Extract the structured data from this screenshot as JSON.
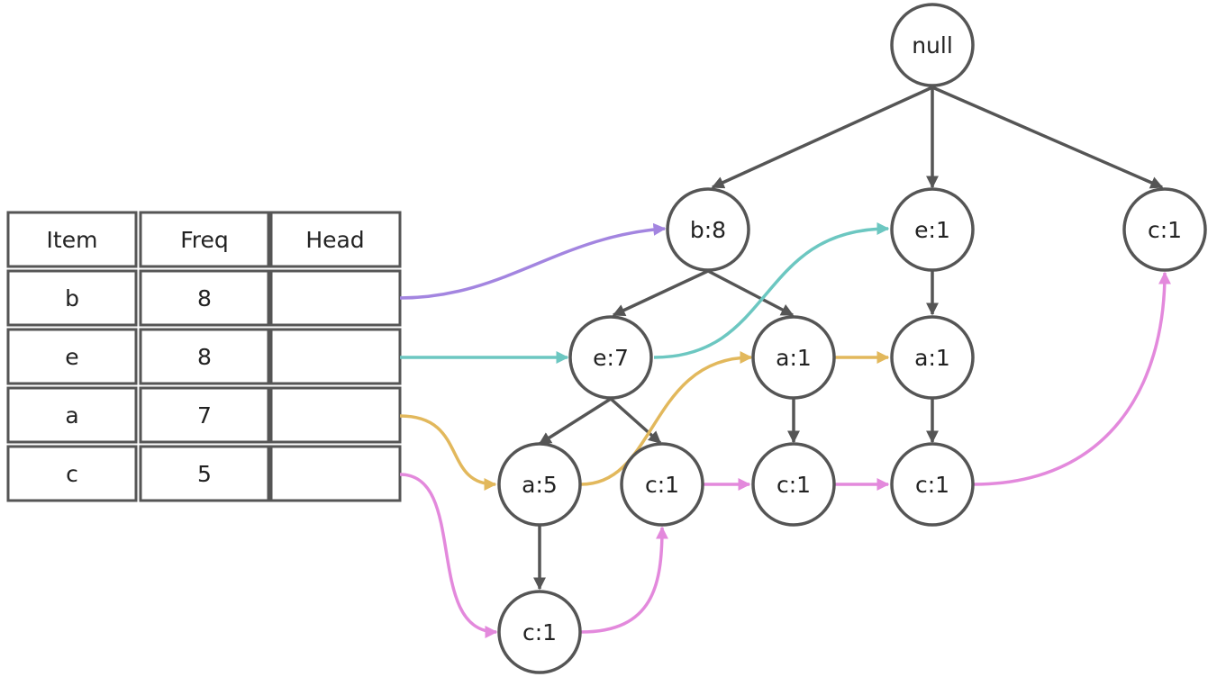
{
  "header_table": {
    "columns": [
      "Item",
      "Freq",
      "Head"
    ],
    "rows": [
      {
        "item": "b",
        "freq": "8",
        "head": ""
      },
      {
        "item": "e",
        "freq": "8",
        "head": ""
      },
      {
        "item": "a",
        "freq": "7",
        "head": ""
      },
      {
        "item": "c",
        "freq": "5",
        "head": ""
      }
    ]
  },
  "tree": {
    "nodes": [
      {
        "id": "root",
        "label": "null"
      },
      {
        "id": "b8",
        "label": "b:8"
      },
      {
        "id": "e1_top",
        "label": "e:1"
      },
      {
        "id": "c1_top",
        "label": "c:1"
      },
      {
        "id": "e7",
        "label": "e:7"
      },
      {
        "id": "a1_mid",
        "label": "a:1"
      },
      {
        "id": "a1_right",
        "label": "a:1"
      },
      {
        "id": "a5",
        "label": "a:5"
      },
      {
        "id": "c1_e7",
        "label": "c:1"
      },
      {
        "id": "c1_a1mid",
        "label": "c:1"
      },
      {
        "id": "c1_a1right",
        "label": "c:1"
      },
      {
        "id": "c1_a5",
        "label": "c:1"
      }
    ],
    "edges": [
      [
        "root",
        "b8"
      ],
      [
        "root",
        "e1_top"
      ],
      [
        "root",
        "c1_top"
      ],
      [
        "b8",
        "e7"
      ],
      [
        "b8",
        "a1_mid"
      ],
      [
        "e1_top",
        "a1_right"
      ],
      [
        "e7",
        "a5"
      ],
      [
        "e7",
        "c1_e7"
      ],
      [
        "a1_mid",
        "c1_a1mid"
      ],
      [
        "a1_right",
        "c1_a1right"
      ],
      [
        "a5",
        "c1_a5"
      ]
    ],
    "node_links": [
      {
        "item": "b",
        "color": "#A385E0",
        "chain": [
          "b8"
        ]
      },
      {
        "item": "e",
        "color": "#6CC7C1",
        "chain": [
          "e7",
          "e1_top"
        ]
      },
      {
        "item": "a",
        "color": "#E2B85C",
        "chain": [
          "a5",
          "a1_mid",
          "a1_right"
        ]
      },
      {
        "item": "c",
        "color": "#E389DC",
        "chain": [
          "c1_a5",
          "c1_e7",
          "c1_a1mid",
          "c1_a1right",
          "c1_top"
        ]
      }
    ]
  },
  "colors": {
    "stroke": "#555555",
    "node_fill": "#ffffff",
    "text": "#222222"
  }
}
